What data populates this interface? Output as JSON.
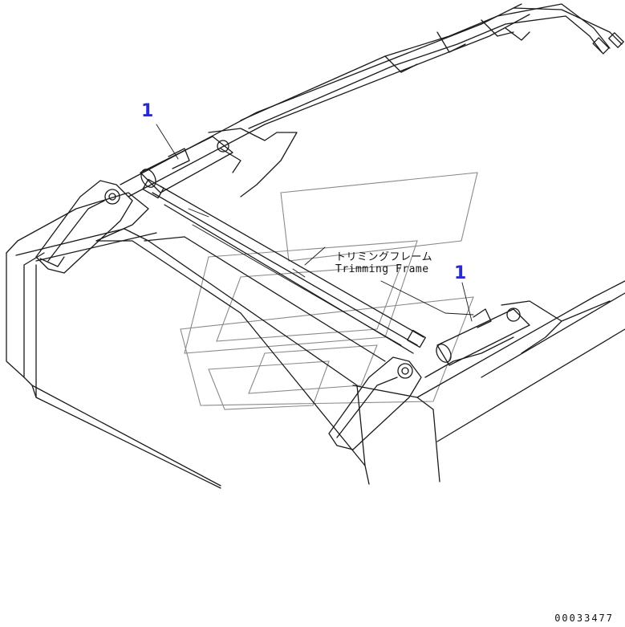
{
  "callouts": [
    {
      "id": "left",
      "number": "1"
    },
    {
      "id": "right",
      "number": "1"
    }
  ],
  "annotation": {
    "japanese": "トリミングフレーム",
    "english": "Trimming Frame"
  },
  "drawing_number": "00033477",
  "colors": {
    "callout": "#2a2ad0",
    "line": "#1a1a1a",
    "watermark": "#8a8a8a"
  }
}
